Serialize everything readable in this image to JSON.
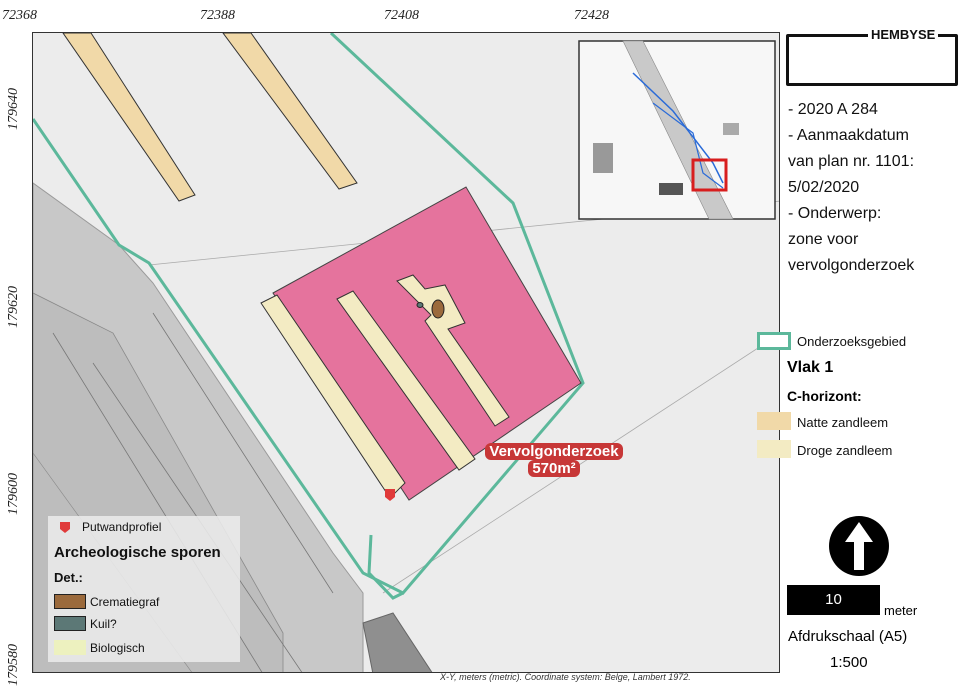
{
  "axes": {
    "x_ticks": [
      "72368",
      "72388",
      "72408",
      "72428"
    ],
    "y_ticks": [
      "179640",
      "179620",
      "179600",
      "179580"
    ]
  },
  "footer": "X-Y, meters (metric). Coordinate system: Belge, Lambert 1972.",
  "org": "HEMBYSE",
  "plan_info": [
    "- 2020 A 284",
    "- Aanmaakdatum",
    "van plan nr. 1101:",
    "5/02/2020",
    "- Onderwerp:",
    "zone voor",
    "vervolgonderzoek"
  ],
  "legend_right": {
    "study_area": "Onderzoeksgebied",
    "vlak": "Vlak 1",
    "c_horizon": "C-horizont:",
    "items": [
      {
        "label": "Natte zandleem",
        "color": "#f1d9a8"
      },
      {
        "label": "Droge zandleem",
        "color": "#f3ebc3"
      }
    ]
  },
  "scale": {
    "bar_value": "10",
    "unit": "meter",
    "print_scale_label": "Afdrukschaal (A5)",
    "ratio": "1:500"
  },
  "map_legend": {
    "profile": "Putwandprofiel",
    "title": "Archeologische sporen",
    "det": "Det.:",
    "items": [
      {
        "label": "Crematiegraf",
        "color": "#9b6a3c"
      },
      {
        "label": "Kuil?",
        "color": "#5c7876"
      },
      {
        "label": "Biologisch",
        "color": "#edf1bf"
      }
    ]
  },
  "zone_label": {
    "line1": "Vervolgonderzoek",
    "line2": "570m²"
  },
  "colors": {
    "study_area": "#5cb89b",
    "zone": "#e5739d",
    "marker": "#e03a3a",
    "inset_frame": "#d81e1e"
  }
}
